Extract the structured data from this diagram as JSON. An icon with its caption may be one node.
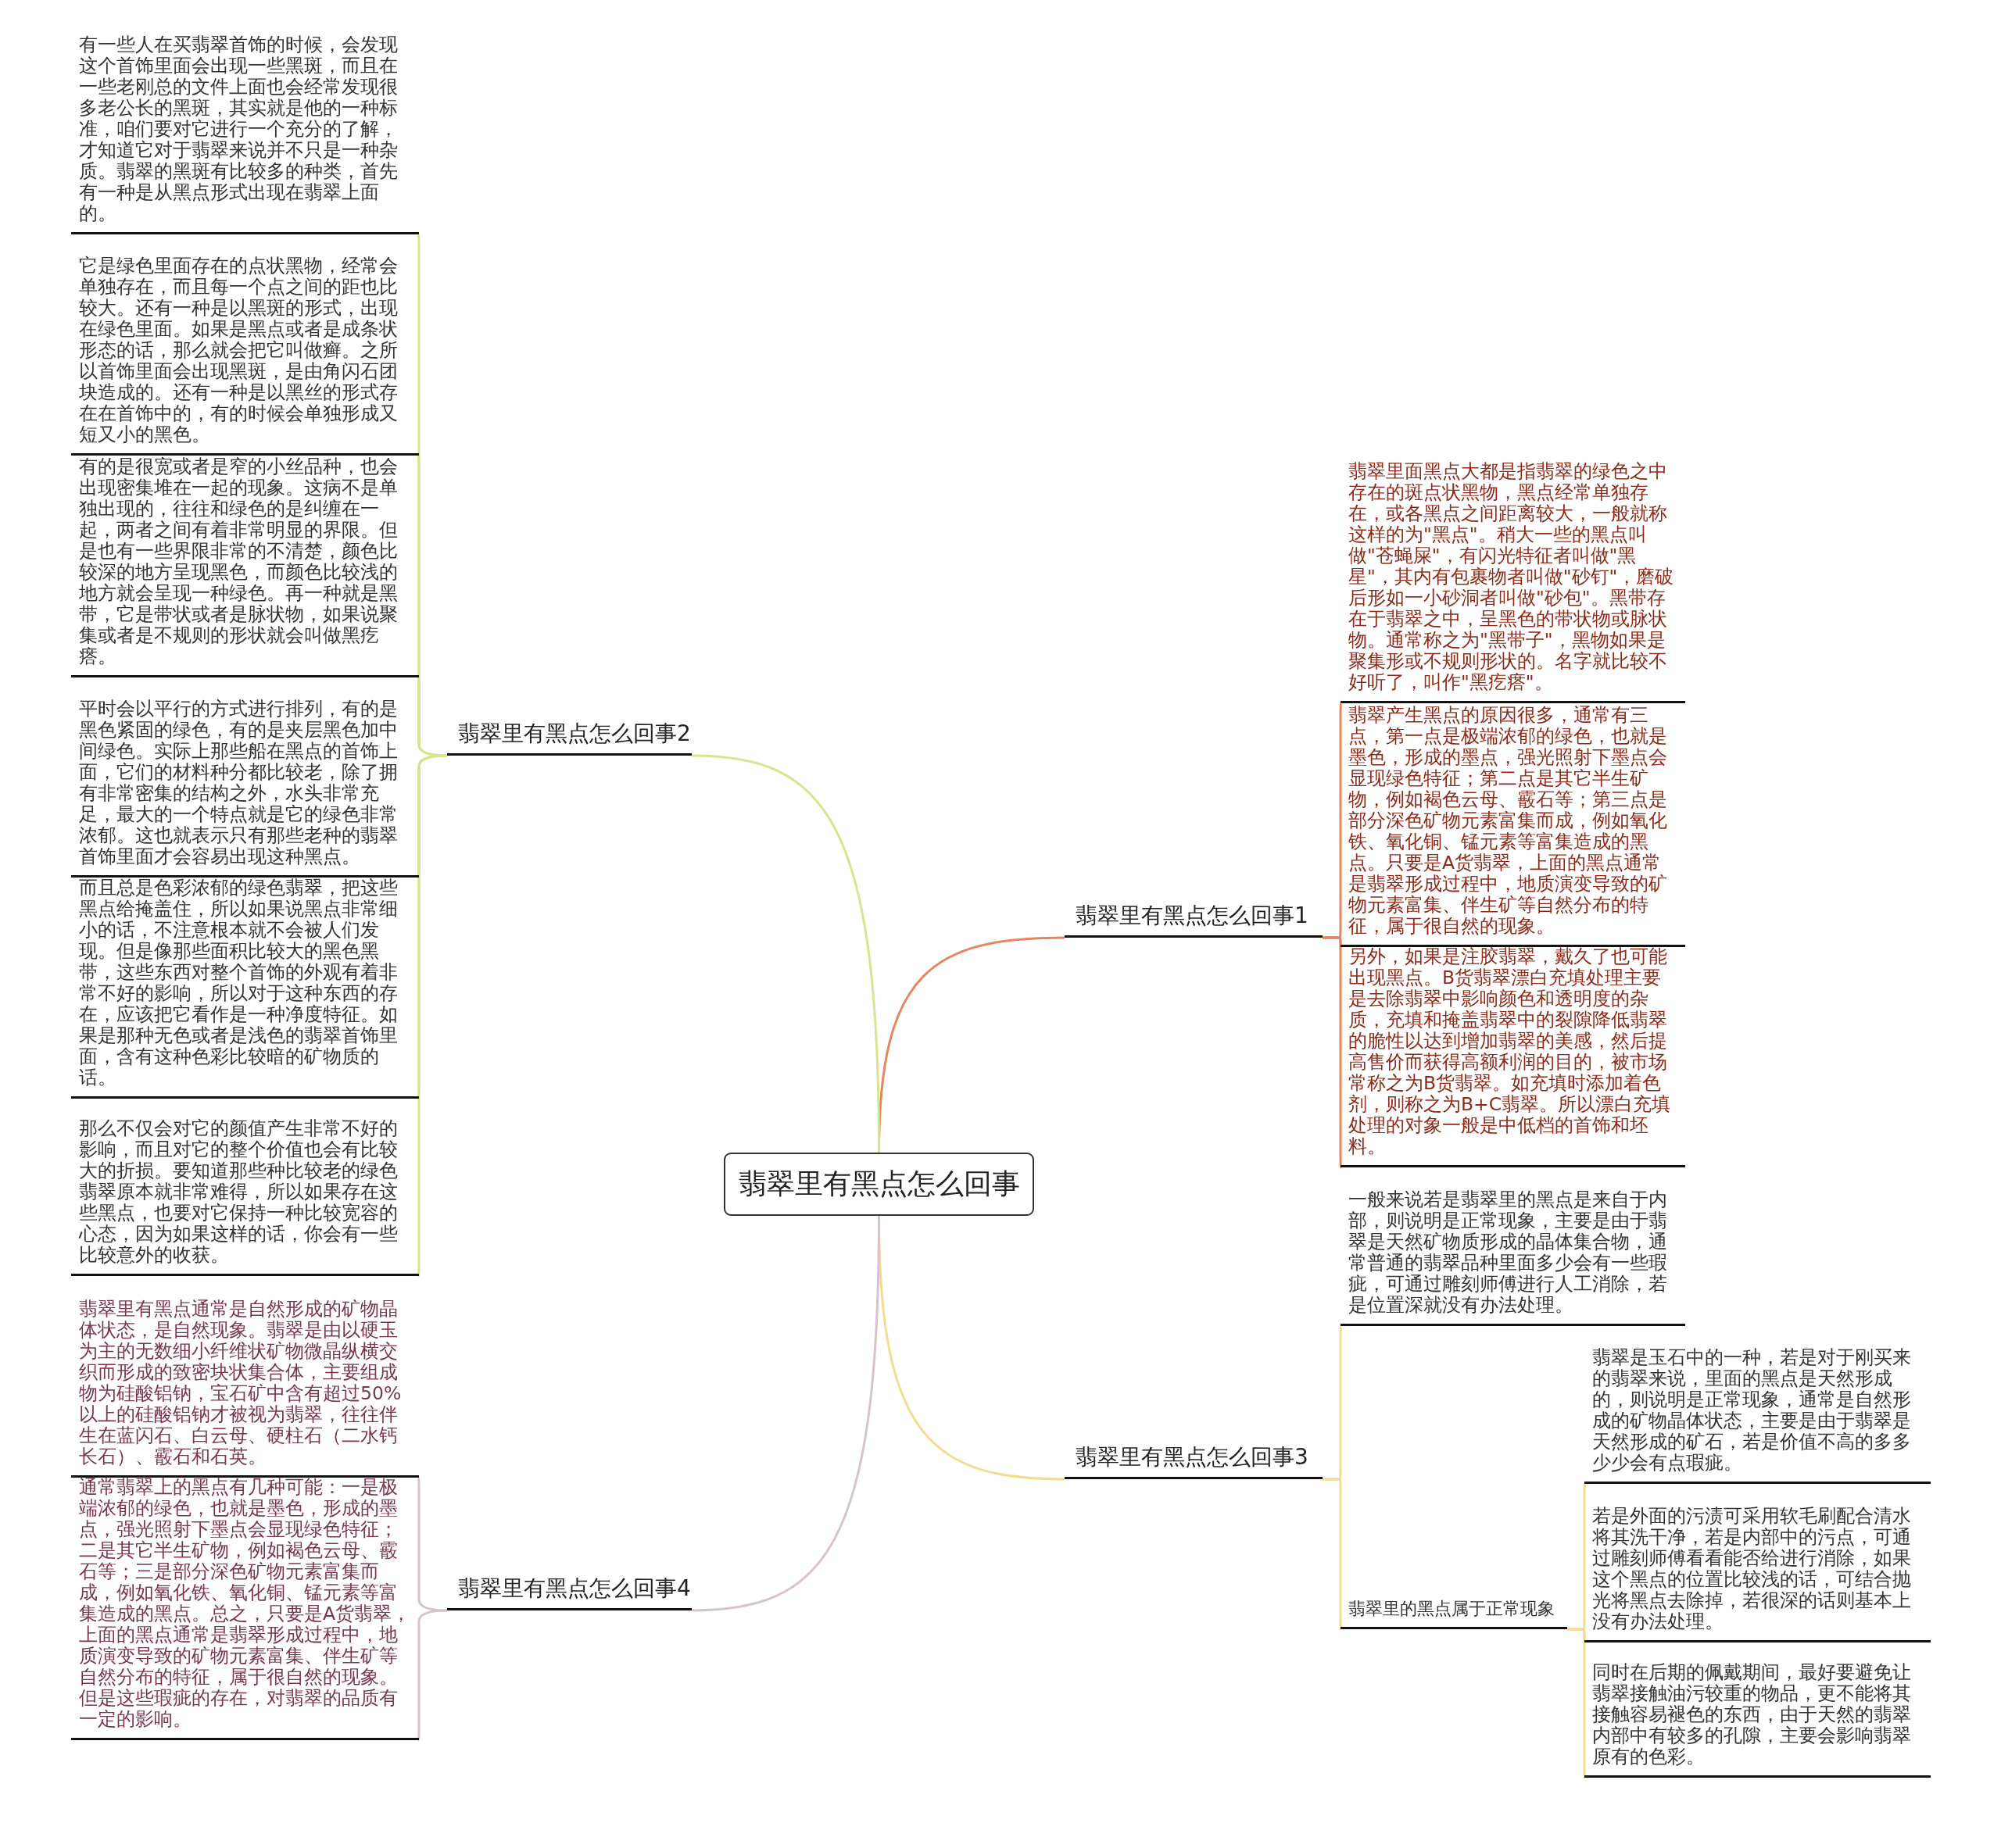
{
  "diagram": {
    "nodes": [
      {
        "text": [
          "翡翠里有黑点怎么回事"
        ]
      },
      {
        "text": [
          "翡翠里有黑点怎么回事1"
        ]
      },
      {
        "text": [
          "翡翠里面黑点大都是指翡翠的绿色之中存在的斑点状黑物，黑点经常单独存在，或各黑点之间距离较大，一般就称这样的为\"黑点\"。稍大一些的黑点叫做\"苍蝇屎\"，有闪光特征者叫做\"黑星\"，其内有包裹物者叫做\"砂钉\"，磨破后形如一小砂洞者叫做\"砂包\"。黑带存在于翡翠之中，呈黑色的带状物或脉状物。通常称之为\"黑带子\"，黑物如果是聚集形或不规则形状的。名字就比较不好听了，叫作\"黑疙瘩\"。"
        ]
      },
      {
        "text": [
          "翡翠产生黑点的原因很多，通常有三点，第一点是极端浓郁的绿色，也就是墨色，形成的墨点，强光照射下墨点会显现绿色特征；第二点是其它半生矿物，例如褐色云母、霰石等；第三点是部分深色矿物元素富集而成，例如氧化铁、氧化铜、锰元素等富集造成的黑点。只要是A货翡翠，上面的黑点通常是翡翠形成过程中，地质演变导致的矿物元素富集、伴生矿等自然分布的特征，属于很自然的现象。"
        ]
      },
      {
        "text": [
          "另外，如果是注胶翡翠，戴久了也可能出现黑点。B货翡翠漂白充填处理主要是去除翡翠中影响颜色和透明度的杂质，充填和掩盖翡翠中的裂隙降低翡翠的脆性以达到增加翡翠的美感，然后提高售价而获得高额利润的目的，被市场常称之为B货翡翠。如充填时添加着色剂，则称之为B+C翡翠。所以漂白充填处理的对象一般是中低档的首饰和坯料。"
        ]
      },
      {
        "text": [
          "翡翠里有黑点怎么回事2"
        ]
      },
      {
        "text": [
          "有一些人在买翡翠首饰的时候，会发现这个首饰里面会出现一些黑斑，而且在一些老刚总的文件上面也会经常发现很多老公长的黑斑，其实就是他的一种标准，咱们要对它进行一个充分的了解，才知道它对于翡翠来说并不只是一种杂质。翡翠的黑斑有比较多的种类，首先有一种是从黑点形式出现在翡翠上面的。"
        ]
      },
      {
        "text": [
          "它是绿色里面存在的点状黑物，经常会单独存在，而且每一个点之间的距也比较大。还有一种是以黑斑的形式，出现在绿色里面。如果是黑点或者是成条状形态的话，那么就会把它叫做癣。之所以首饰里面会出现黑斑，是由角闪石团块造成的。还有一种是以黑丝的形式存在在首饰中的，有的时候会单独形成又短又小的黑色。"
        ]
      },
      {
        "text": [
          "有的是很宽或者是窄的小丝品种，也会出现密集堆在一起的现象。这病不是单独出现的，往往和绿色的是纠缠在一起，两者之间有着非常明显的界限。但是也有一些界限非常的不清楚，颜色比较深的地方呈现黑色，而颜色比较浅的地方就会呈现一种绿色。再一种就是黑带，它是带状或者是脉状物，如果说聚集或者是不规则的形状就会叫做黑疙瘩。"
        ]
      },
      {
        "text": [
          "平时会以平行的方式进行排列，有的是黑色紧固的绿色，有的是夹层黑色加中间绿色。实际上那些船在黑点的首饰上面，它们的材料种分都比较老，除了拥有非常密集的结构之外，水头非常充足，最大的一个特点就是它的绿色非常浓郁。这也就表示只有那些老种的翡翠首饰里面才会容易出现这种黑点。"
        ]
      },
      {
        "text": [
          "而且总是色彩浓郁的绿色翡翠，把这些黑点给掩盖住，所以如果说黑点非常细小的话，不注意根本就不会被人们发现。但是像那些面积比较大的黑色黑带，这些东西对整个首饰的外观有着非常不好的影响，所以对于这种东西的存在，应该把它看作是一种净度特征。如果是那种无色或者是浅色的翡翠首饰里面，含有这种色彩比较暗的矿物质的话。"
        ]
      },
      {
        "text": [
          "那么不仅会对它的颜值产生非常不好的影响，而且对它的整个价值也会有比较大的折损。要知道那些种比较老的绿色翡翠原本就非常难得，所以如果存在这些黑点，也要对它保持一种比较宽容的心态，因为如果这样的话，你会有一些比较意外的收获。"
        ]
      },
      {
        "text": [
          "翡翠里有黑点怎么回事3"
        ]
      },
      {
        "text": [
          "一般来说若是翡翠里的黑点是来自于内部，则说明是正常现象，主要是由于翡翠是天然矿物质形成的晶体集合物，通常普通的翡翠品种里面多少会有一些瑕疵，可通过雕刻师傅进行人工消除，若是位置深就没有办法处理。"
        ]
      },
      {
        "text": [
          "翡翠里的黑点属于正常现象"
        ]
      },
      {
        "text": [
          "翡翠是玉石中的一种，若是对于刚买来的翡翠来说，里面的黑点是天然形成的，则说明是正常现象，通常是自然形成的矿物晶体状态，主要是由于翡翠是天然形成的矿石，若是价值不高的多多少少会有点瑕疵。"
        ]
      },
      {
        "text": [
          "若是外面的污渍可采用软毛刷配合清水将其洗干净，若是内部中的污点，可通过雕刻师傅看看能否给进行消除，如果这个黑点的位置比较浅的话，可结合抛光将黑点去除掉，若很深的话则基本上没有办法处理。"
        ]
      },
      {
        "text": [
          "同时在后期的佩戴期间，最好要避免让翡翠接触油污较重的物品，更不能将其接触容易褪色的东西，由于天然的翡翠内部中有较多的孔隙，主要会影响翡翠原有的色彩。"
        ]
      },
      {
        "text": [
          "翡翠里有黑点怎么回事4"
        ]
      },
      {
        "text": [
          "翡翠里有黑点通常是自然形成的矿物晶体状态，是自然现象。翡翠是由以硬玉为主的无数细小纤维状矿物微晶纵横交织而形成的致密块状集合体，主要组成物为硅酸铝钠，宝石矿中含有超过50%以上的硅酸铝钠才被视为翡翠，往往伴生在蓝闪石、白云母、硬柱石（二水钙长石）、霰石和石英。"
        ]
      },
      {
        "text": [
          "通常翡翠上的黑点有几种可能：一是极端浓郁的绿色，也就是墨色，形成的墨点，强光照射下墨点会显现绿色特征；二是其它半生矿物，例如褐色云母、霰石等；三是部分深色矿物元素富集而成，例如氧化铁、氧化铜、锰元素等富集造成的黑点。总之，只要是A货翡翠，上面的黑点通常是翡翠形成过程中，地质演变导致的矿物元素富集、伴生矿等自然分布的特征，属于很自然的现象。但是这些瑕疵的存在，对翡翠的品质有一定的影响。"
        ]
      }
    ],
    "edges": [
      {
        "from": 0,
        "to": 1,
        "arrow": "none",
        "color": "#e8845f"
      },
      {
        "from": 1,
        "to": 2,
        "arrow": "none",
        "color": "#e8845f"
      },
      {
        "from": 1,
        "to": 3,
        "arrow": "none",
        "color": "#e8845f"
      },
      {
        "from": 1,
        "to": 4,
        "arrow": "none",
        "color": "#e8845f"
      },
      {
        "from": 0,
        "to": 5,
        "arrow": "none",
        "color": "#d8e48e"
      },
      {
        "from": 5,
        "to": 6,
        "arrow": "none",
        "color": "#d8e48e"
      },
      {
        "from": 5,
        "to": 7,
        "arrow": "none",
        "color": "#d8e48e"
      },
      {
        "from": 5,
        "to": 8,
        "arrow": "none",
        "color": "#d8e48e"
      },
      {
        "from": 5,
        "to": 9,
        "arrow": "none",
        "color": "#d8e48e"
      },
      {
        "from": 5,
        "to": 10,
        "arrow": "none",
        "color": "#d8e48e"
      },
      {
        "from": 5,
        "to": 11,
        "arrow": "none",
        "color": "#d8e48e"
      },
      {
        "from": 0,
        "to": 12,
        "arrow": "none",
        "color": "#f2dc8e"
      },
      {
        "from": 12,
        "to": 13,
        "arrow": "none",
        "color": "#f2dc8e"
      },
      {
        "from": 12,
        "to": 14,
        "arrow": "none",
        "color": "#f2dc8e"
      },
      {
        "from": 14,
        "to": 15,
        "arrow": "none",
        "color": "#f2dc8e"
      },
      {
        "from": 14,
        "to": 16,
        "arrow": "none",
        "color": "#f2dc8e"
      },
      {
        "from": 14,
        "to": 17,
        "arrow": "none",
        "color": "#f2dc8e"
      },
      {
        "from": 0,
        "to": 18,
        "arrow": "none",
        "color": "#d9c3ca"
      },
      {
        "from": 18,
        "to": 19,
        "arrow": "none",
        "color": "#d9c3ca"
      },
      {
        "from": 18,
        "to": 20,
        "arrow": "none",
        "color": "#d9c3ca"
      }
    ]
  }
}
